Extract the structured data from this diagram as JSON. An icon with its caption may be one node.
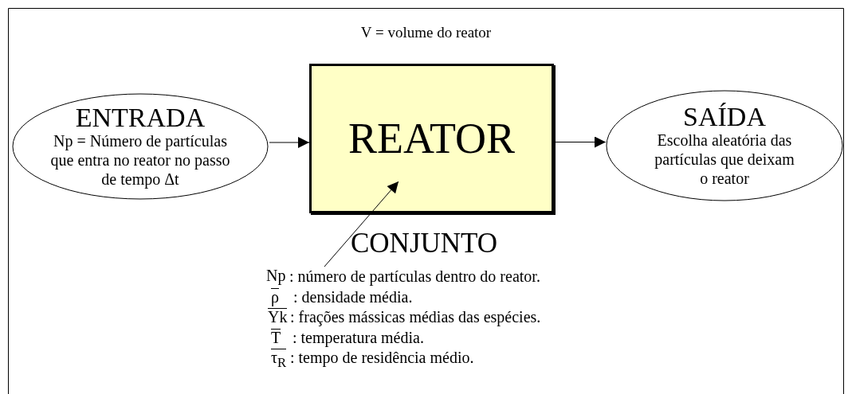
{
  "diagram": {
    "nodes": [
      {
        "text": [
          "ENTRADA",
          "Np = Número de partículas que entra no reator no passo de tempo Δt"
        ]
      },
      {
        "text": [
          "REATOR"
        ]
      },
      {
        "text": [
          "SAÍDA",
          "Escolha aleatória das partículas que deixam o reator"
        ]
      },
      {
        "text": [
          "CONJUNTO"
        ]
      }
    ],
    "edges": [
      {
        "from": 0,
        "to": 1,
        "arrow": "to"
      },
      {
        "from": 1,
        "to": 2,
        "arrow": "to"
      },
      {
        "from": 3,
        "to": 1,
        "arrow": "to"
      }
    ],
    "labels": [
      "V = volume do reator",
      "Np",
      ": número de partículas dentro do reator.",
      "ρ",
      ": densidade média.",
      "Yk",
      ": frações mássicas médias das espécies.",
      "T",
      ": temperatura média.",
      "τ$_{R}$",
      ": tempo de residência médio."
    ]
  }
}
